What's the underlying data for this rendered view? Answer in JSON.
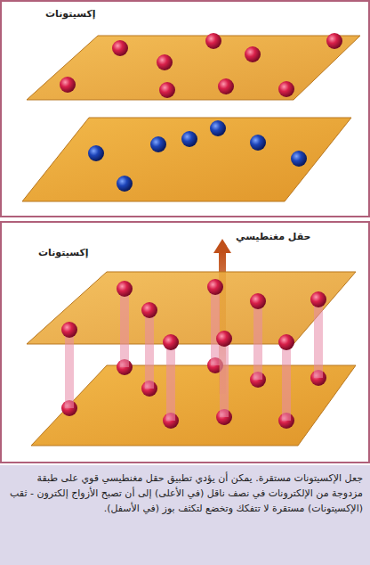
{
  "diagram": {
    "caption": "جعل الإكسيتونات مستقرة. يمكن أن يؤدي تطبيق حقل مغنطيسي قوي على طبقة مزدوجة من الإلكترونات في نصف ناقل (في الأعلى) إلى أن تصبح الأزواج إلكترون - ثقب (الإكسيتونات) مستقرة لا تتفكك وتخضع لتكثف بوز (في الأسفل).",
    "labels": [
      "إكسيتونات",
      "حقل مغنطيسي",
      "إكسيتونات"
    ]
  }
}
